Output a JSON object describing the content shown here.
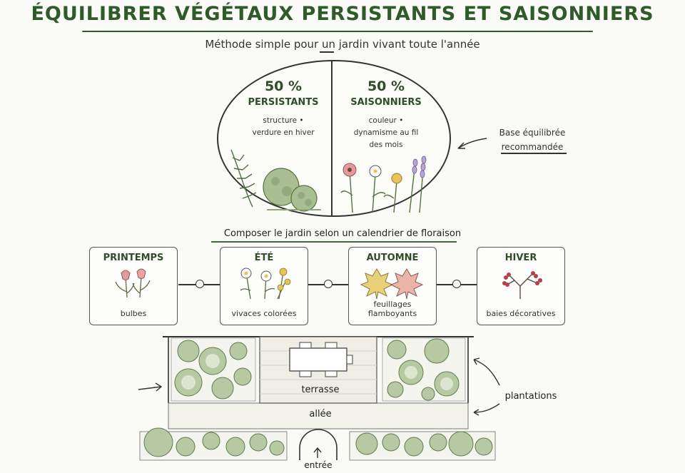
{
  "title": "ÉQUILIBRER VÉGÉTAUX PERSISTANTS ET SAISONNIERS",
  "subtitle": "Méthode simple pour un jardin vivant toute l'année",
  "ratio": {
    "left": {
      "percent": "50 %",
      "label": "PERSISTANTS",
      "desc_line1": "structure •",
      "desc_line2": "verdure en hiver"
    },
    "right": {
      "percent": "50 %",
      "label": "SAISONNIERS",
      "desc_line1": "couleur •",
      "desc_line2": "dynamisme au fil",
      "desc_line3": "des mois"
    }
  },
  "note": {
    "line1": "Base équilibrée",
    "line2": "recommandée"
  },
  "calendar": {
    "heading": "Composer le jardin selon un calendrier de floraison",
    "seasons": [
      {
        "name": "PRINTEMPS",
        "desc": "bulbes",
        "icon": "tulip-icon"
      },
      {
        "name": "ÉTÉ",
        "desc": "vivaces colorées",
        "icon": "flowers-icon"
      },
      {
        "name": "AUTOMNE",
        "desc": "feuillages flamboyants",
        "icon": "maple-leaf-icon"
      },
      {
        "name": "HIVER",
        "desc": "baies décoratives",
        "icon": "berries-icon"
      }
    ]
  },
  "plan": {
    "terrace": "terrasse",
    "path": "allée",
    "plantings": "plantations",
    "entrance": "entrée"
  },
  "colors": {
    "title_green": "#2f5a2a",
    "foliage": "#a9bf93",
    "foliage_dark": "#6f8f5c",
    "accent_pink": "#e29a9c",
    "accent_yellow": "#e9c35a",
    "berry_red": "#b4414a"
  }
}
